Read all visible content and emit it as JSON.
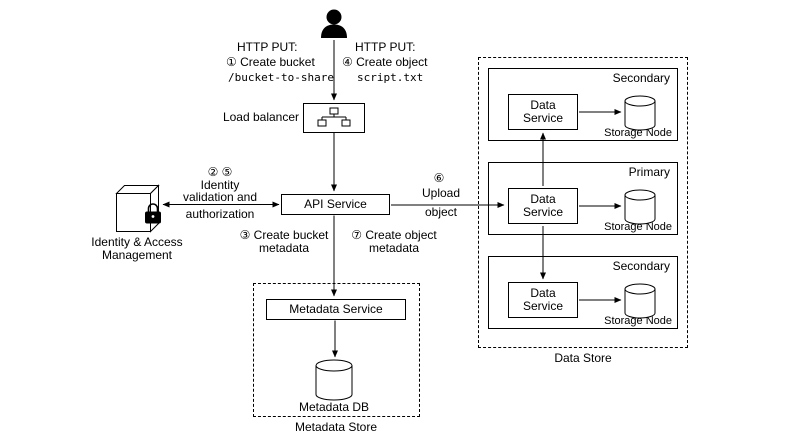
{
  "colors": {
    "stroke": "#000000",
    "background": "#ffffff"
  },
  "user_flow": {
    "put_bucket": {
      "title": "HTTP PUT:",
      "step": "①",
      "action": "Create bucket",
      "path": "/bucket-to-share"
    },
    "put_object": {
      "title": "HTTP PUT:",
      "step": "④",
      "action": "Create object",
      "path": "script.txt"
    }
  },
  "load_balancer": {
    "label": "Load balancer"
  },
  "api_service": {
    "label": "API Service"
  },
  "iam": {
    "steps": "② ⑤",
    "note1": "Identity",
    "note2": "validation and",
    "note3": "authorization",
    "label1": "Identity & Access",
    "label2": "Management"
  },
  "upload": {
    "step": "⑥",
    "line1": "Upload",
    "line2": "object"
  },
  "metadata_flow": {
    "bucket": {
      "line1": "③ Create bucket",
      "line2": "metadata"
    },
    "object": {
      "line1": "⑦ Create object",
      "line2": "metadata"
    }
  },
  "metadata_store": {
    "container_label": "Metadata Store",
    "service_label": "Metadata Service",
    "db_label": "Metadata DB"
  },
  "data_store": {
    "container_label": "Data Store",
    "nodes": [
      {
        "role": "Secondary",
        "service": "Data Service",
        "storage_label": "Storage Node"
      },
      {
        "role": "Primary",
        "service": "Data Service",
        "storage_label": "Storage Node"
      },
      {
        "role": "Secondary",
        "service": "Data Service",
        "storage_label": "Storage Node"
      }
    ]
  }
}
